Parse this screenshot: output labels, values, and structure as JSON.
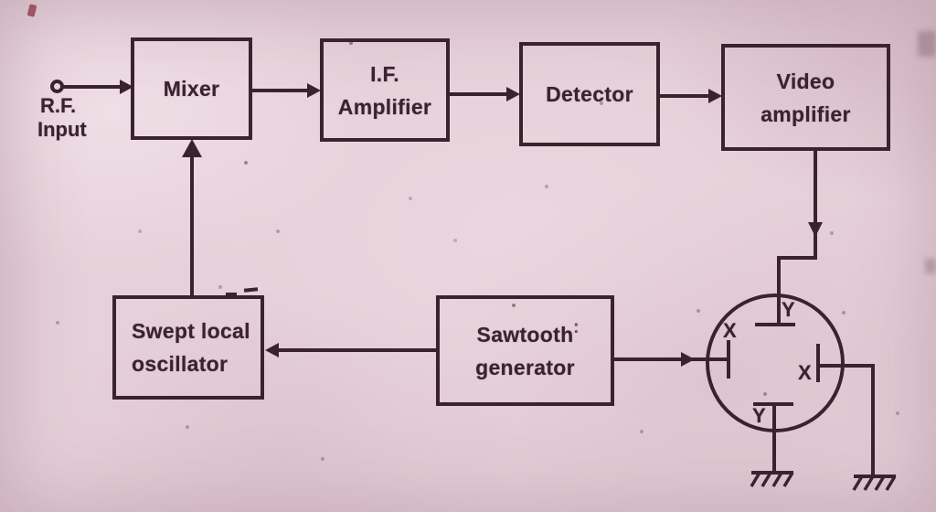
{
  "palette": {
    "background": "#e6d0d9",
    "ink": "#3a232e"
  },
  "input": {
    "line1": "R.F.",
    "line2": "Input"
  },
  "blocks": {
    "mixer": {
      "label": "Mixer"
    },
    "if_amplifier": {
      "line1": "I.F.",
      "line2": "Amplifier"
    },
    "detector": {
      "label": "Detector"
    },
    "video_amplifier": {
      "line1": "Video",
      "line2": "amplifier"
    },
    "swept_local_oscillator": {
      "line1": "Swept local",
      "line2": "oscillator"
    },
    "sawtooth_generator": {
      "line1": "Sawtooth",
      "line2": "generator"
    }
  },
  "crt": {
    "top_plate_label": "Y",
    "left_plate_label": "X",
    "right_plate_label": "X",
    "bottom_plate_label": "Y"
  },
  "annotations": {
    "stray_colon": ":"
  }
}
